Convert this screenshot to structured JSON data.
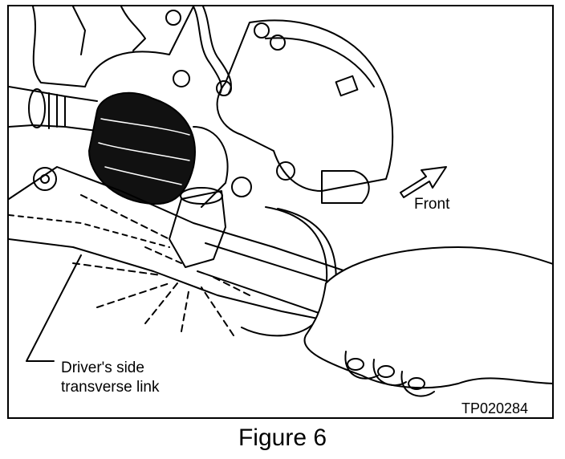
{
  "labels": {
    "front": "Front",
    "link_line_1": "Driver's side",
    "link_line_2": "transverse link",
    "figure_code": "TP020284"
  },
  "caption": "Figure 6",
  "colors": {
    "ink": "#000000",
    "paper": "#ffffff",
    "boot": "#111111"
  }
}
